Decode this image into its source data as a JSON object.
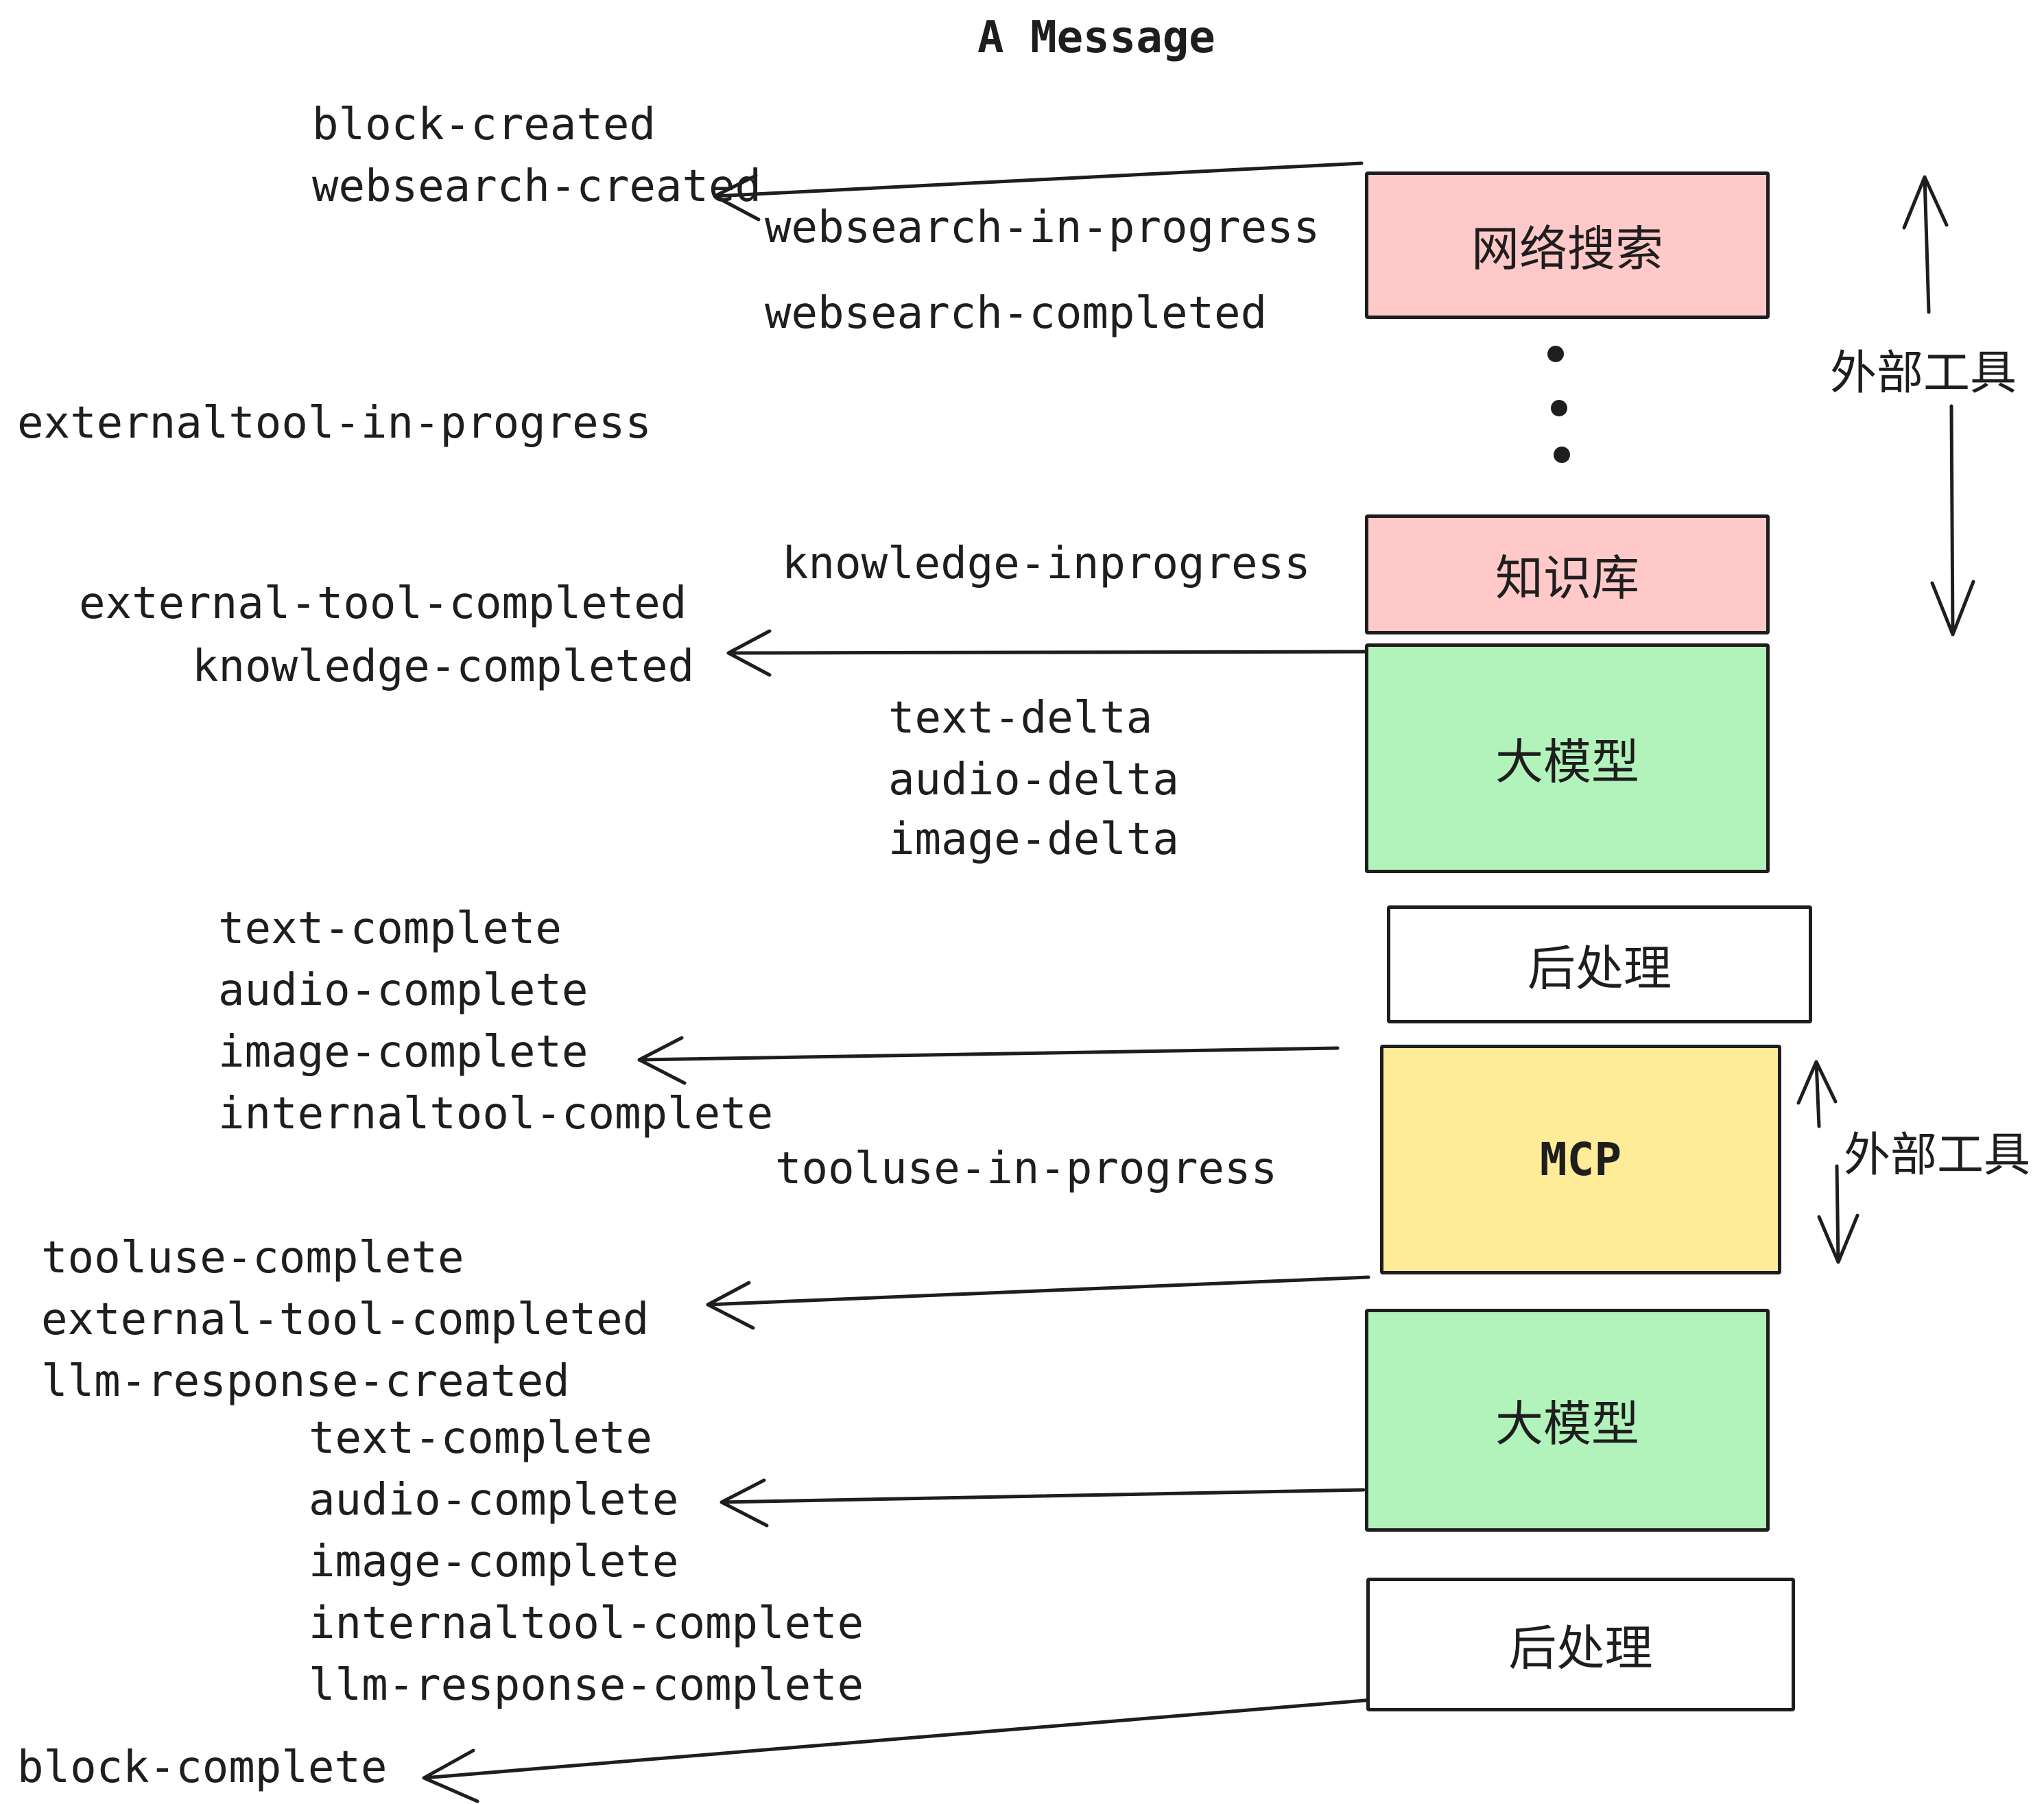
{
  "title": "A Message",
  "colors": {
    "ink": "#1e1e1e",
    "pink": "#ffc9c9",
    "green": "#b2f2bb",
    "yellow": "#ffec99",
    "white": "#ffffff"
  },
  "boxes": {
    "websearch": {
      "label": "网络搜索",
      "color": "#ffc9c9"
    },
    "knowledge": {
      "label": "知识库",
      "color": "#ffc9c9"
    },
    "llm": {
      "label": "大模型",
      "color": "#b2f2bb"
    },
    "postprocess": {
      "label": "后处理",
      "color": "#ffffff"
    },
    "mcp": {
      "label": "MCP",
      "color": "#ffec99"
    }
  },
  "side_labels": {
    "external_tools": "外部工具"
  },
  "events": {
    "block_created": "block-created",
    "websearch_created": "websearch-created",
    "websearch_in_progress": "websearch-in-progress",
    "websearch_completed": "websearch-completed",
    "externaltool_in_progress": "externaltool-in-progress",
    "knowledge_inprogress": "knowledge-inprogress",
    "external_tool_completed": "external-tool-completed",
    "knowledge_completed": "knowledge-completed",
    "text_delta": "text-delta",
    "audio_delta": "audio-delta",
    "image_delta": "image-delta",
    "text_complete": "text-complete",
    "audio_complete": "audio-complete",
    "image_complete": "image-complete",
    "internaltool_complete": "internaltool-complete",
    "tooluse_in_progress": "tooluse-in-progress",
    "tooluse_complete": "tooluse-complete",
    "llm_response_created": "llm-response-created",
    "llm_response_complete": "llm-response-complete",
    "block_complete": "block-complete"
  }
}
